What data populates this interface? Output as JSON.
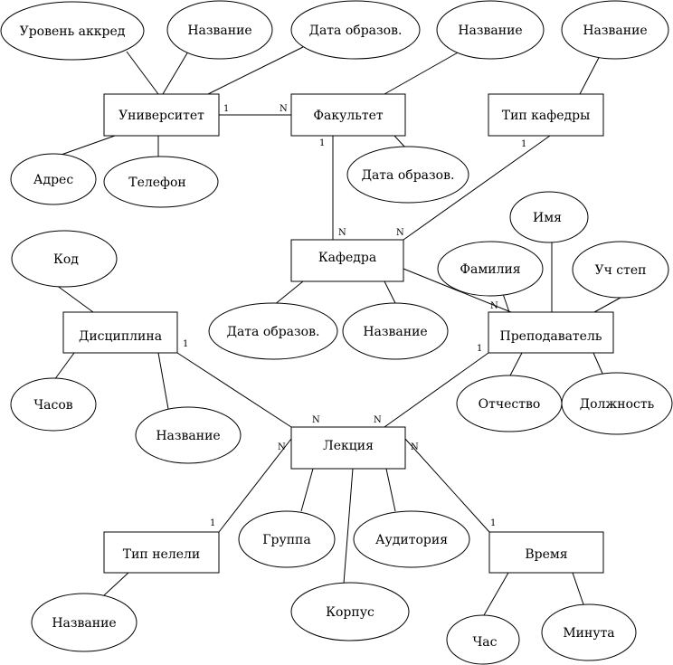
{
  "entities": {
    "university": "Университет",
    "faculty": "Факультет",
    "dept_type": "Тип кафедры",
    "department": "Кафедра",
    "discipline": "Дисциплина",
    "teacher": "Преподаватель",
    "lecture": "Лекция",
    "week_type": "Тип нелели",
    "time": "Время"
  },
  "attributes": {
    "univ_level": "Уровень аккред",
    "univ_name": "Название",
    "univ_address": "Адрес",
    "univ_phone": "Телефон",
    "fac_date": "Дата образов.",
    "fac_name": "Название",
    "fac_date2": "Дата образов.",
    "dtype_name": "Название",
    "disc_code": "Код",
    "disc_hours": "Часов",
    "disc_name": "Название",
    "dep_date": "Дата образов.",
    "dep_name": "Название",
    "teach_first": "Имя",
    "teach_last": "Фамилия",
    "teach_degree": "Уч степ",
    "teach_middle": "Отчество",
    "teach_position": "Должность",
    "lec_group": "Группа",
    "lec_room": "Аудитория",
    "lec_building": "Корпус",
    "week_name": "Название",
    "time_hour": "Час",
    "time_minute": "Минута"
  },
  "cardinalities": {
    "univ_fac_1": "1",
    "univ_fac_n": "N",
    "fac_dep_1": "1",
    "fac_dep_n": "N",
    "dtype_dep_1": "1",
    "dtype_dep_n": "N",
    "dep_teach_n": "N",
    "disc_lec_1": "1",
    "disc_lec_n": "N",
    "teach_lec_1": "1",
    "teach_lec_n": "N",
    "week_lec_n": "N",
    "week_lec_1": "1",
    "time_lec_n": "N",
    "time_lec_1": "1"
  }
}
